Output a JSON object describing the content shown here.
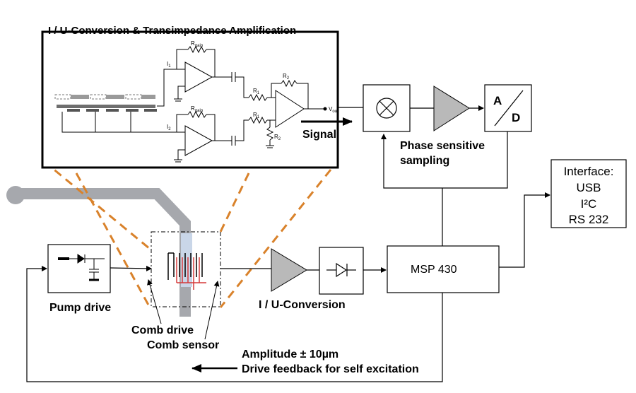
{
  "diagram": {
    "inset_title": "I / U-Conversion & Transimpedance Amplification",
    "signal_label": "Signal",
    "circuit_labels": {
      "r_gain": "R",
      "r_gain_sub": "gain",
      "i1": "I",
      "i1_sub": "1",
      "i2": "I",
      "i2_sub": "2",
      "r1": "R",
      "r1_sub": "1",
      "r2": "R",
      "r2_sub": "2",
      "vout": "V",
      "vout_sub": "out"
    },
    "adc_a": "A",
    "adc_d": "D",
    "phase_label_line1": "Phase sensitive",
    "phase_label_line2": "sampling",
    "interface_lines": [
      "Interface:",
      "USB",
      "I²C",
      "RS 232"
    ],
    "msp_label": "MSP 430",
    "pump_drive_label": "Pump drive",
    "iu_conversion_label": "I / U-Conversion",
    "comb_drive_label": "Comb drive",
    "comb_sensor_label": "Comb sensor",
    "amplitude_label": "Amplitude ± 10µm",
    "feedback_label": "Drive feedback for self excitation",
    "colors": {
      "dashed_orange": "#d9822b",
      "channel_gray": "#a6a8ad",
      "amp_gray": "#b9b9b9",
      "sensor_blue": "#c9d6e8",
      "comb_red": "#d63a3a"
    }
  }
}
